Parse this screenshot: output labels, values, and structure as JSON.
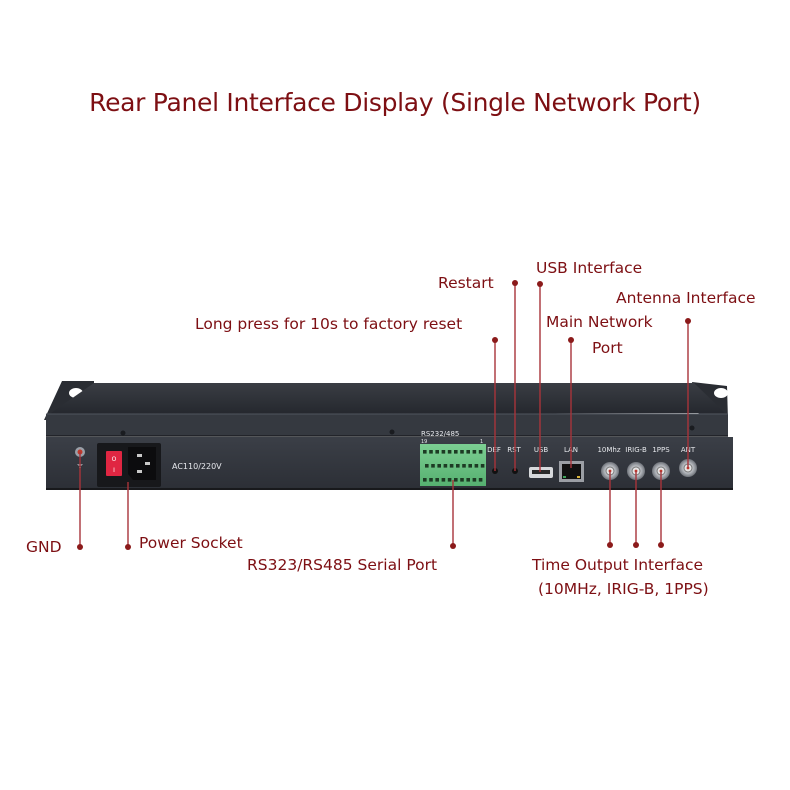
{
  "title": "Rear Panel Interface Display (Single Network Port)",
  "accent_color": "#7d0f13",
  "callouts": {
    "restart": "Restart",
    "usb": "USB Interface",
    "antenna": "Antenna Interface",
    "factory_reset": "Long press for 10s to factory reset",
    "main_network_line1": "Main Network",
    "main_network_line2": "Port",
    "gnd": "GND",
    "power_socket": "Power Socket",
    "serial_port": "RS323/RS485 Serial Port",
    "time_output_line1": "Time Output Interface",
    "time_output_line2": "(10MHz, IRIG-B, 1PPS)"
  },
  "panel_labels": {
    "power_rating": "AC110/220V",
    "serial_header": "RS232/485",
    "serial_pin_left": "19",
    "serial_pin_right": "1",
    "def": "DEF",
    "rst": "RST",
    "usb": "USB",
    "lan": "LAN",
    "ten_mhz": "10Mhz",
    "irig_b": "IRIG-B",
    "one_pps": "1PPS",
    "ant": "ANT",
    "switch_off": "O",
    "switch_on": "I"
  }
}
